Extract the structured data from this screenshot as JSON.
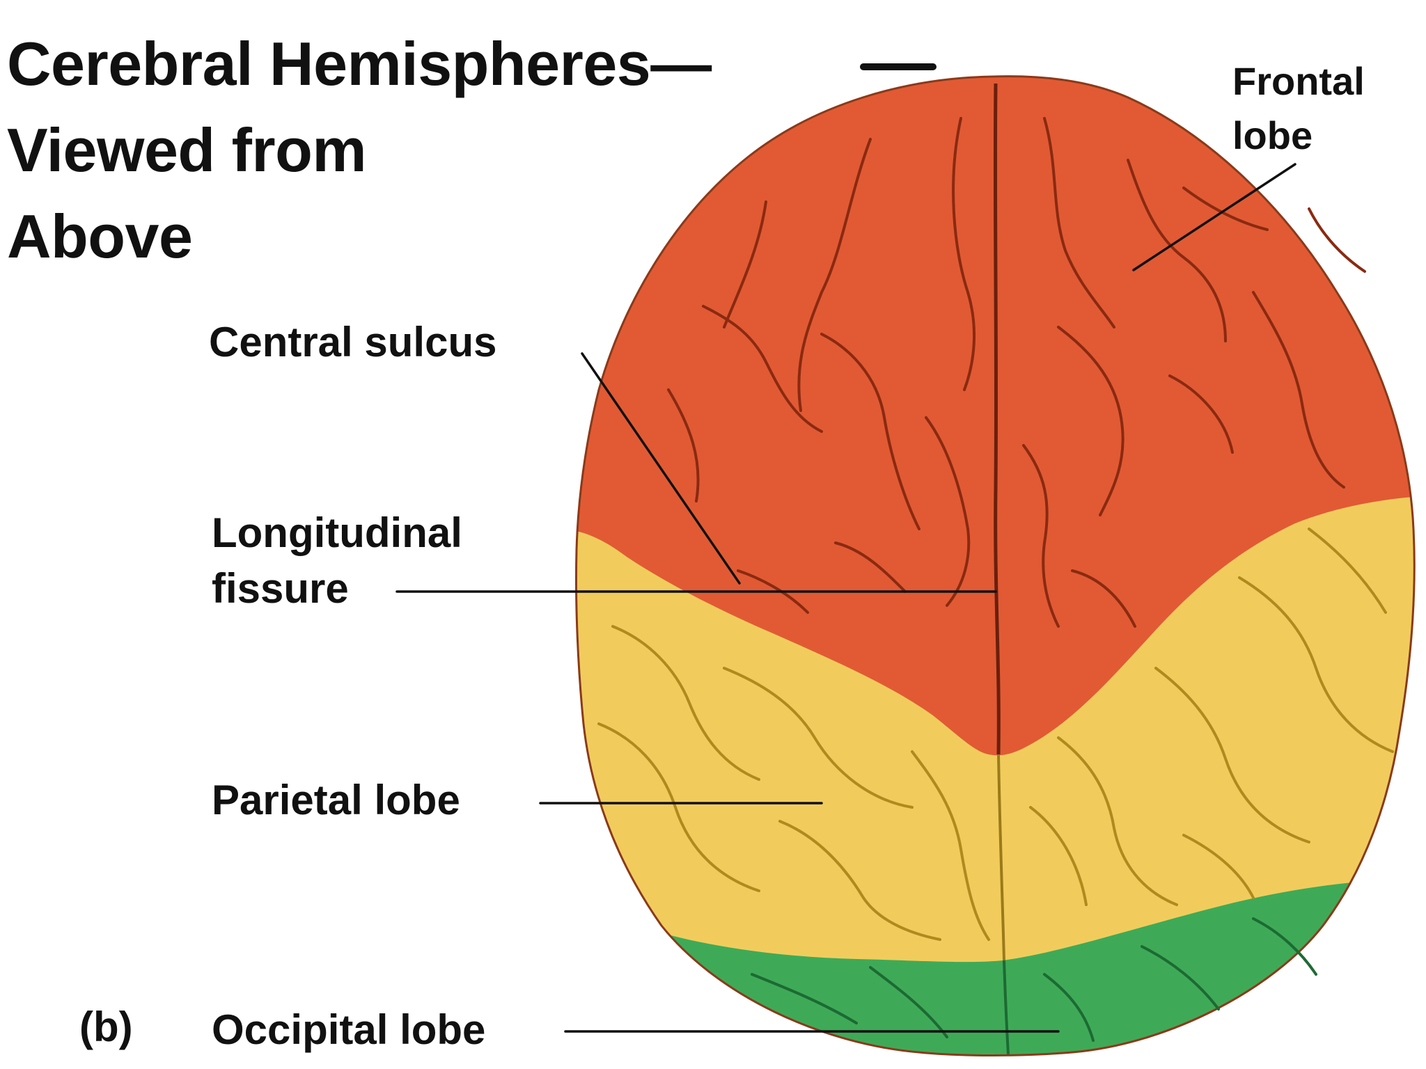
{
  "title": {
    "line1": "Cerebral Hemispheres—",
    "line2": "Viewed from",
    "line3": "Above"
  },
  "labels": {
    "frontal_lobe_line1": "Frontal",
    "frontal_lobe_line2": "lobe",
    "central_sulcus": "Central sulcus",
    "longitudinal_fissure_line1": "Longitudinal",
    "longitudinal_fissure_line2": "fissure",
    "parietal_lobe": "Parietal lobe",
    "occipital_lobe": "Occipital lobe"
  },
  "panel_label": "(b)",
  "colors": {
    "frontal_lobe": "#e15a34",
    "parietal_lobe": "#f1cc5c",
    "occipital_lobe": "#3eaa57",
    "sulcus_frontal": "#8a2a10",
    "sulcus_parietal": "#b08a1e",
    "sulcus_occipital": "#1d6a33",
    "leader_line": "#111111"
  }
}
